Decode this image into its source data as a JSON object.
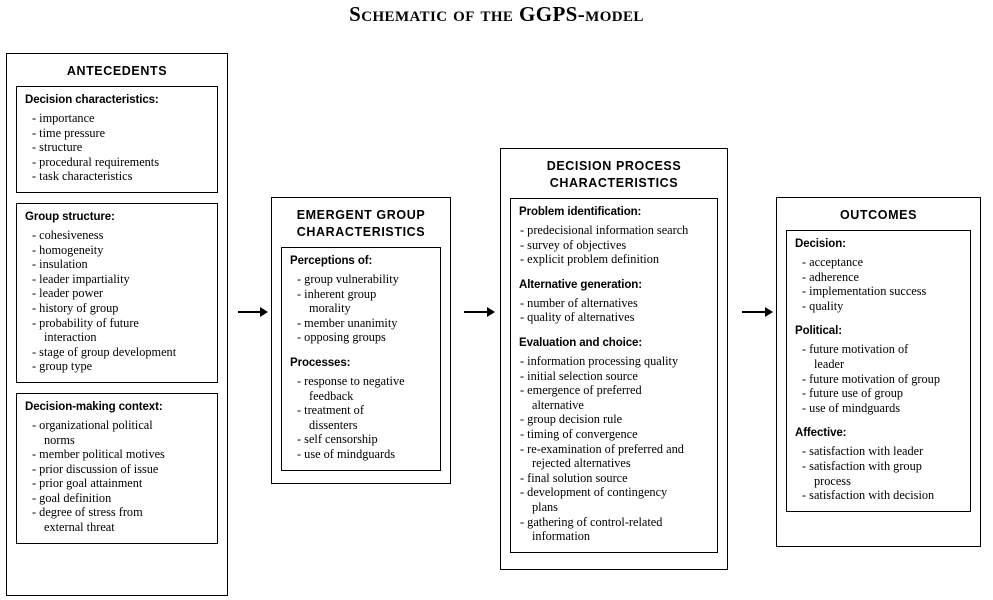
{
  "title": {
    "part1": "Schematic of the ",
    "part2": "GGPS",
    "part3": "-model"
  },
  "columns": [
    {
      "id": "antecedents",
      "heading": "ANTECEDENTS",
      "panels": [
        {
          "heading": "Decision characteristics:",
          "items": [
            "importance",
            "time pressure",
            "structure",
            "procedural requirements",
            "task characteristics"
          ]
        },
        {
          "heading": "Group structure:",
          "items": [
            "cohesiveness",
            "homogeneity",
            "insulation",
            "leader impartiality",
            "leader power",
            "history of group",
            "probability of future\ninteraction",
            "stage of group development",
            "group type"
          ]
        },
        {
          "heading": "Decision-making context:",
          "items": [
            "organizational political\nnorms",
            "member political motives",
            "prior discussion of issue",
            "prior goal attainment",
            "goal definition",
            "degree of stress from\nexternal threat"
          ]
        }
      ]
    },
    {
      "id": "emergent-group-characteristics",
      "heading": "EMERGENT GROUP\nCHARACTERISTICS",
      "panels": [
        {
          "heading": "Perceptions of:",
          "items": [
            "group vulnerability",
            "inherent group\nmorality",
            "member unanimity",
            "opposing groups"
          ],
          "heading2": "Processes:",
          "items2": [
            "response to negative\nfeedback",
            "treatment of\ndissenters",
            "self censorship",
            "use of mindguards"
          ]
        }
      ]
    },
    {
      "id": "decision-process-characteristics",
      "heading": "DECISION PROCESS\nCHARACTERISTICS",
      "panels": [
        {
          "heading": "Problem identification:",
          "items": [
            "predecisional information search",
            "survey of objectives",
            "explicit problem definition"
          ],
          "heading2": "Alternative generation:",
          "items2": [
            "number of alternatives",
            "quality of alternatives"
          ],
          "heading3": "Evaluation and choice:",
          "items3": [
            "information processing quality",
            "initial selection source",
            "emergence of preferred\nalternative",
            "group decision rule",
            "timing of convergence",
            "re-examination of preferred and\nrejected alternatives",
            "final solution source",
            "development of contingency\nplans",
            "gathering of control-related\ninformation"
          ]
        }
      ]
    },
    {
      "id": "outcomes",
      "heading": "OUTCOMES",
      "panels": [
        {
          "heading": "Decision:",
          "items": [
            "acceptance",
            "adherence",
            "implementation success",
            "quality"
          ],
          "heading2": "Political:",
          "items2": [
            "future motivation of\nleader",
            "future motivation of group",
            "future use of group",
            "use of mindguards"
          ],
          "heading3": "Affective:",
          "items3": [
            "satisfaction with leader",
            "satisfaction with group\nprocess",
            "satisfaction with decision"
          ]
        }
      ]
    }
  ],
  "arrows": [
    {
      "name": "arrow-antecedents-to-emergent"
    },
    {
      "name": "arrow-emergent-to-decision-process"
    },
    {
      "name": "arrow-decision-process-to-outcomes"
    }
  ],
  "bullet": "-"
}
